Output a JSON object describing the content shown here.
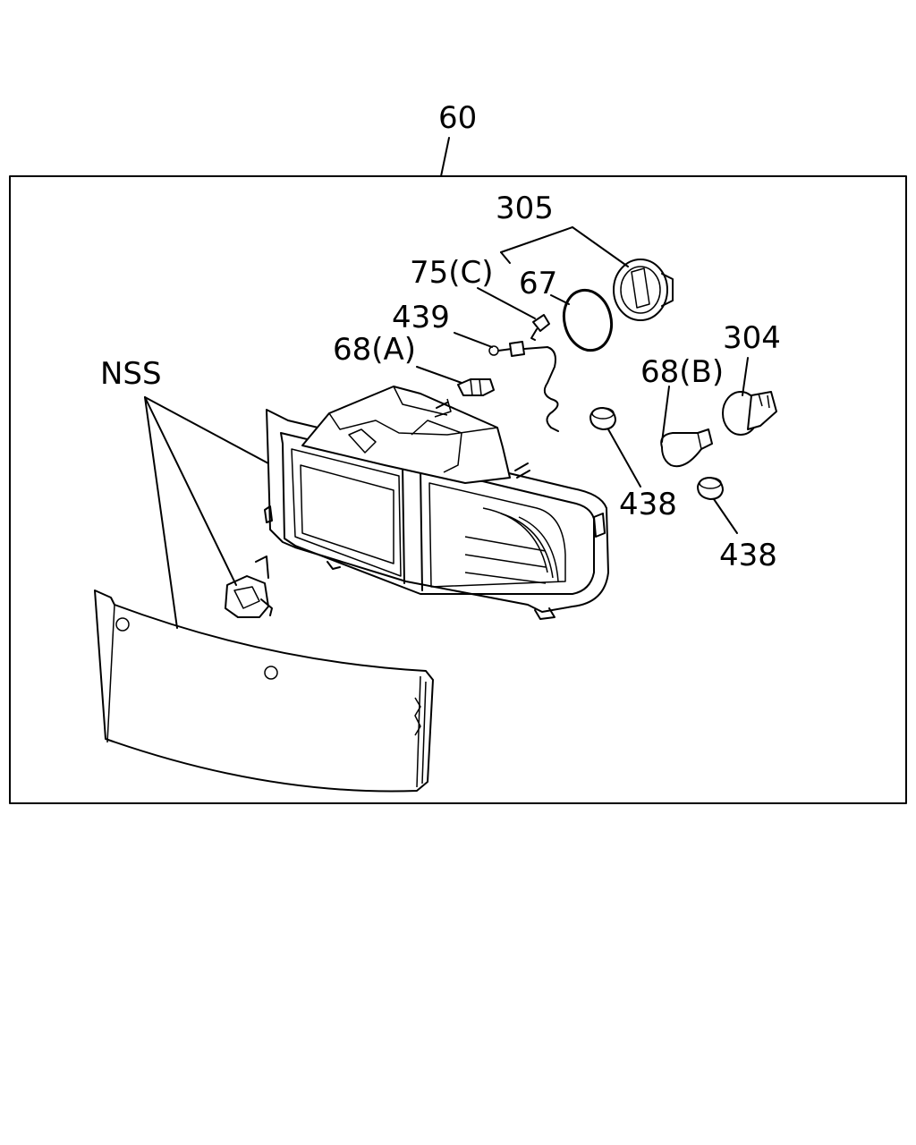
{
  "diagram": {
    "frame_label": "60",
    "labels": {
      "l305": "305",
      "l75c": "75(C)",
      "l67": "67",
      "l439": "439",
      "l68a": "68(A)",
      "l304": "304",
      "l68b": "68(B)",
      "lnss": "NSS",
      "l438a": "438",
      "l438b": "438"
    },
    "line_color": "#000000",
    "background_color": "#ffffff"
  }
}
